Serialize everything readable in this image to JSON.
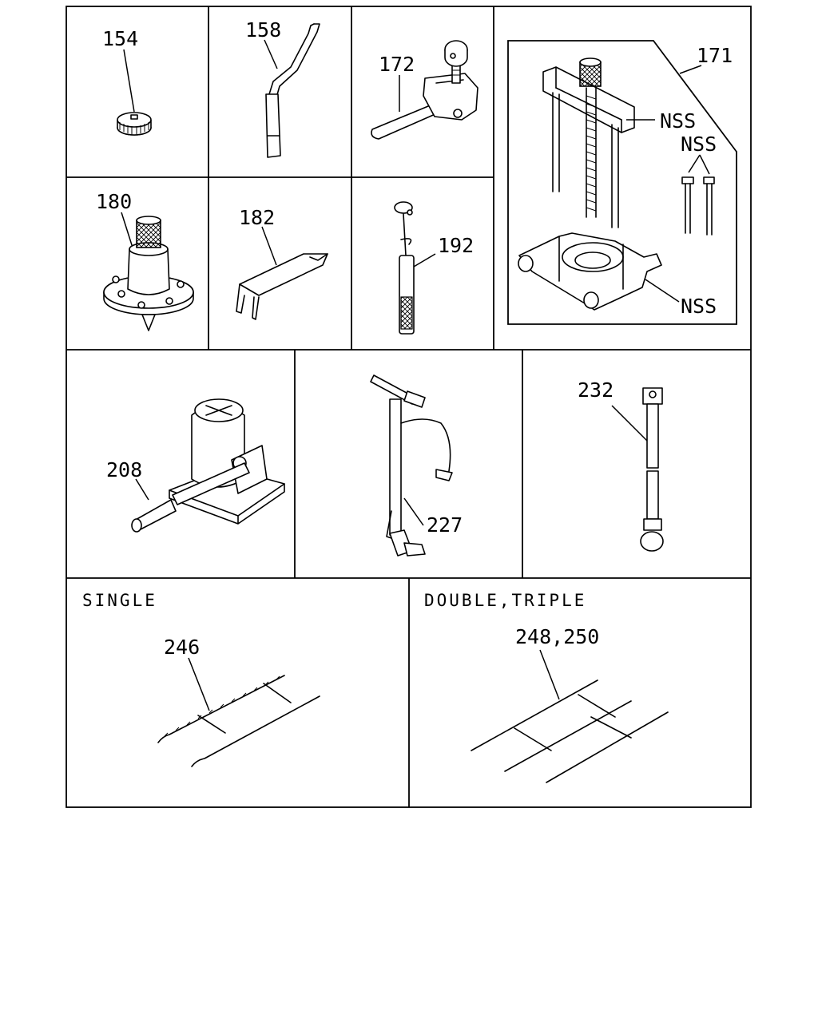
{
  "callouts": {
    "p154": "154",
    "p158": "158",
    "p172": "172",
    "p171": "171",
    "nss_a": "NSS",
    "nss_b": "NSS",
    "nss_c": "NSS",
    "p180": "180",
    "p182": "182",
    "p192": "192",
    "p208": "208",
    "p227": "227",
    "p232": "232",
    "p246": "246",
    "p248_250": "248,250"
  },
  "captions": {
    "single": "SINGLE",
    "double_triple": "DOUBLE,TRIPLE"
  }
}
